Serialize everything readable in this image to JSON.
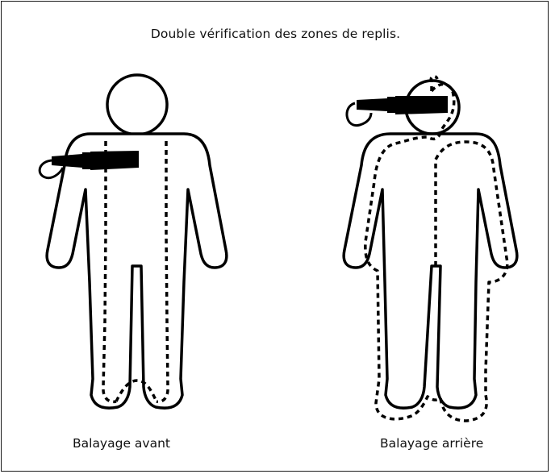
{
  "title": "Double vérification des zones de replis.",
  "captions": {
    "front": "Balayage avant",
    "back": "Balayage arrière"
  },
  "colors": {
    "outline": "#000000",
    "background": "#ffffff"
  },
  "icons": {
    "front_figure": "person-outline-icon",
    "back_figure": "person-outline-icon",
    "detector": "handheld-metal-detector-icon"
  }
}
